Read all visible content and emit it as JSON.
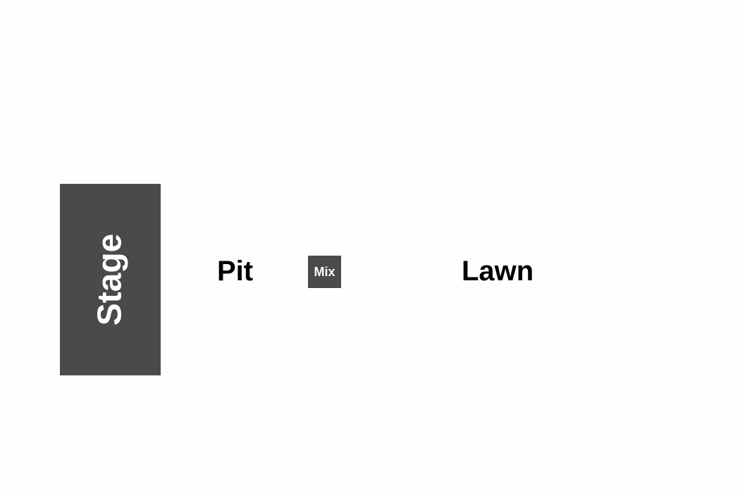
{
  "venue": {
    "stage": {
      "label": "Stage"
    },
    "sections": [
      {
        "label": "Pit"
      },
      {
        "label": "Lawn"
      }
    ],
    "mix": {
      "label": "Mix"
    }
  },
  "colors": {
    "background": "#fefefe",
    "block_fill": "#4a4a4a",
    "block_text": "#ffffff",
    "section_text": "#000000"
  }
}
